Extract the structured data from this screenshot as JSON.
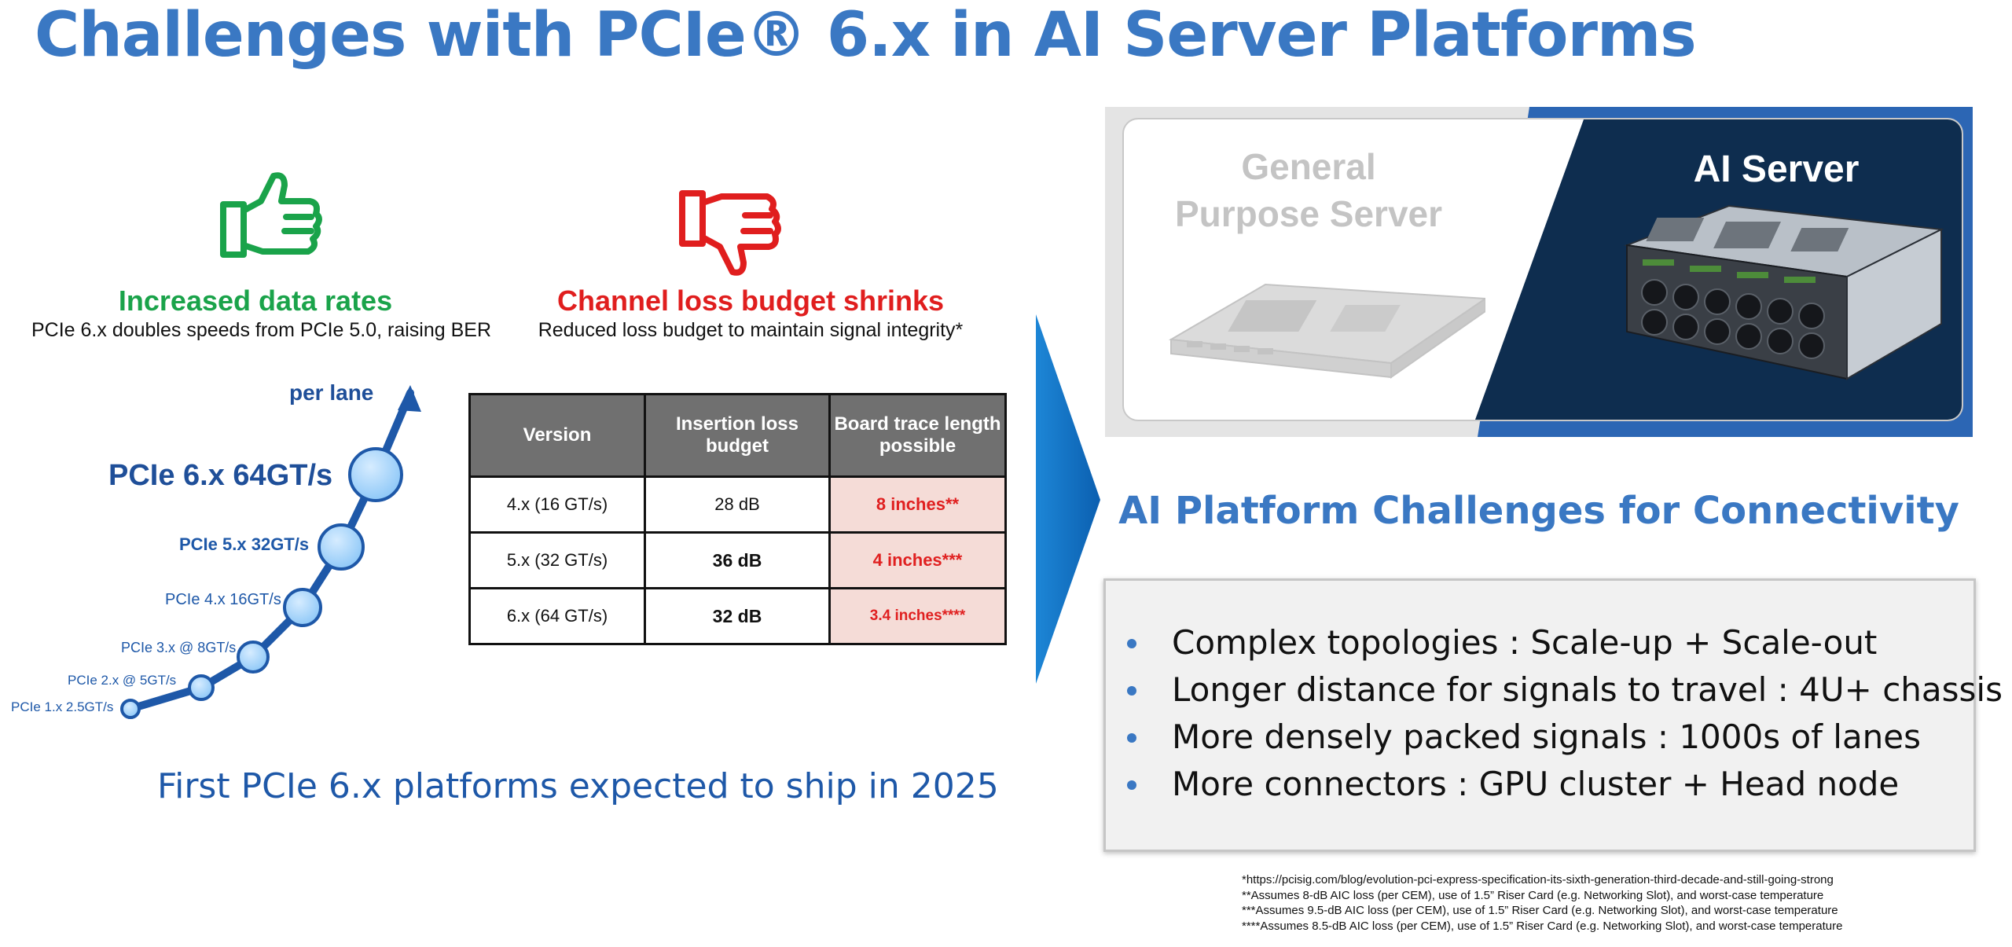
{
  "title": "Challenges with PCIe® 6.x in AI Server Platforms",
  "pros": {
    "icon": "thumbs-up-icon",
    "title": "Increased data rates",
    "description": "PCIe 6.x doubles speeds from PCIe 5.0, raising BER",
    "color": "#1aa34a"
  },
  "cons": {
    "icon": "thumbs-down-icon",
    "title": "Channel loss budget shrinks",
    "description": "Reduced loss budget to maintain signal integrity*",
    "color": "#e01e1e"
  },
  "timeline": {
    "per_lane_label": "per lane",
    "generations": [
      "PCIe 1.x 2.5GT/s",
      "PCIe 2.x @ 5GT/s",
      "PCIe 3.x @ 8GT/s",
      "PCIe 4.x 16GT/s",
      "PCIe 5.x 32GT/s",
      "PCIe 6.x 64GT/s"
    ]
  },
  "table": {
    "headers": [
      "Version",
      "Insertion loss budget",
      "Board trace length possible"
    ],
    "rows": [
      [
        "4.x (16 GT/s)",
        "28 dB",
        "8 inches**"
      ],
      [
        "5.x (32 GT/s)",
        "36 dB",
        "4 inches***"
      ],
      [
        "6.x (64 GT/s)",
        "32 dB",
        "3.4 inches****"
      ]
    ]
  },
  "ship_text": "First PCIe 6.x platforms expected to ship in 2025",
  "servers": {
    "general_line1": "General",
    "general_line2": "Purpose Server",
    "ai": "AI Server"
  },
  "challenges": {
    "title": "AI Platform Challenges for Connectivity",
    "items": [
      "Complex topologies : Scale-up + Scale-out",
      "Longer distance for signals to travel : 4U+ chassis",
      "More densely packed signals : 1000s of lanes",
      "More connectors : GPU cluster + Head node"
    ]
  },
  "footnotes": [
    "*https://pcisig.com/blog/evolution-pci-express-specification-its-sixth-generation-third-decade-and-still-going-strong",
    "**Assumes 8-dB AIC loss (per CEM), use of 1.5” Riser Card (e.g. Networking Slot), and worst-case temperature",
    "***Assumes 9.5-dB AIC loss (per CEM), use of 1.5” Riser Card (e.g. Networking Slot), and worst-case temperature",
    "****Assumes 8.5-dB AIC loss (per CEM), use of 1.5” Riser Card (e.g. Networking Slot), and worst-case temperature"
  ],
  "colors": {
    "title_blue": "#3a78c3",
    "dark_blue": "#1e58a8",
    "navy": "#0e2d4f",
    "table_header": "#707070",
    "highlight_red": "#e02020"
  }
}
